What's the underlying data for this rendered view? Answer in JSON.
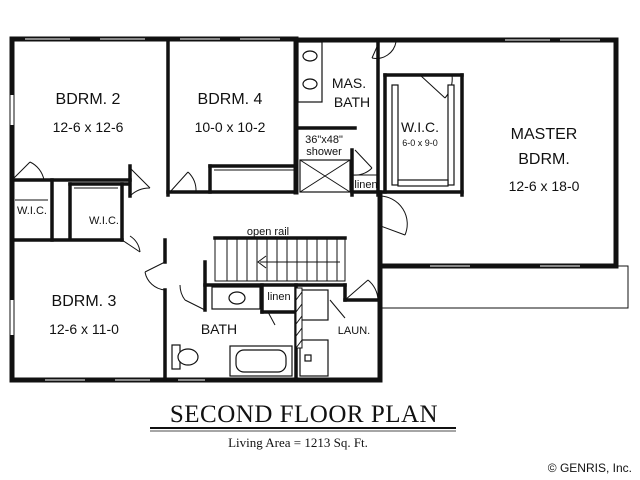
{
  "rooms": {
    "bdrm2": {
      "name": "BDRM. 2",
      "size": "12-6 x 12-6"
    },
    "bdrm4": {
      "name": "BDRM. 4",
      "size": "10-0 x 10-2"
    },
    "mas_bath_line1": "MAS.",
    "mas_bath_line2": "BATH",
    "wic_master": {
      "name": "W.I.C.",
      "size": "6-0 x 9-0"
    },
    "master": {
      "line1": "MASTER",
      "line2": "BDRM.",
      "size": "12-6 x 18-0"
    },
    "shower": {
      "line1": "36\"x48\"",
      "line2": "shower"
    },
    "linen_upper": "linen",
    "wic_left": "W.I.C.",
    "wic_small": "W.I.C.",
    "open_rail": "open rail",
    "bdrm3": {
      "name": "BDRM. 3",
      "size": "12-6 x 11-0"
    },
    "linen_lower": "linen",
    "bath": "BATH",
    "laun": "LAUN."
  },
  "title": "SECOND FLOOR PLAN",
  "living_area": "Living Area =  1213 Sq. Ft.",
  "copyright": "© GENRIS, Inc."
}
